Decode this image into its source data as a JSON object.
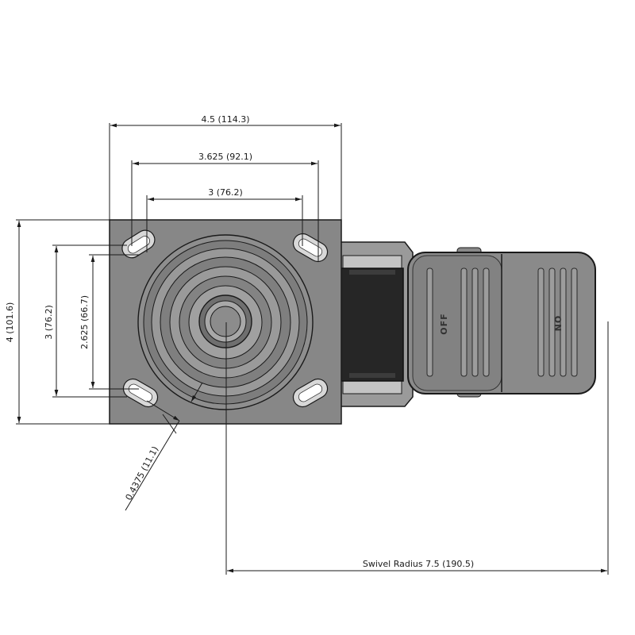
{
  "dimensions": {
    "plate_width": "4.5 (114.3)",
    "bolt_spacing_outer_x": "3.625 (92.1)",
    "bolt_spacing_inner_x": "3 (76.2)",
    "plate_height": "4 (101.6)",
    "bolt_spacing_outer_y": "3 (76.2)",
    "bolt_spacing_inner_y": "2.625 (66.7)",
    "bolt_slot_width": "0.4375 (11.1)",
    "swivel_radius": "Swivel Radius 7.5 (190.5)"
  },
  "brake_pedal": {
    "off_label": "OFF",
    "on_label": "ON"
  },
  "colors": {
    "plate": "#878787",
    "pedal": "#8a8a8a",
    "line": "#1a1a1a",
    "dark": "#2a2a2a"
  }
}
